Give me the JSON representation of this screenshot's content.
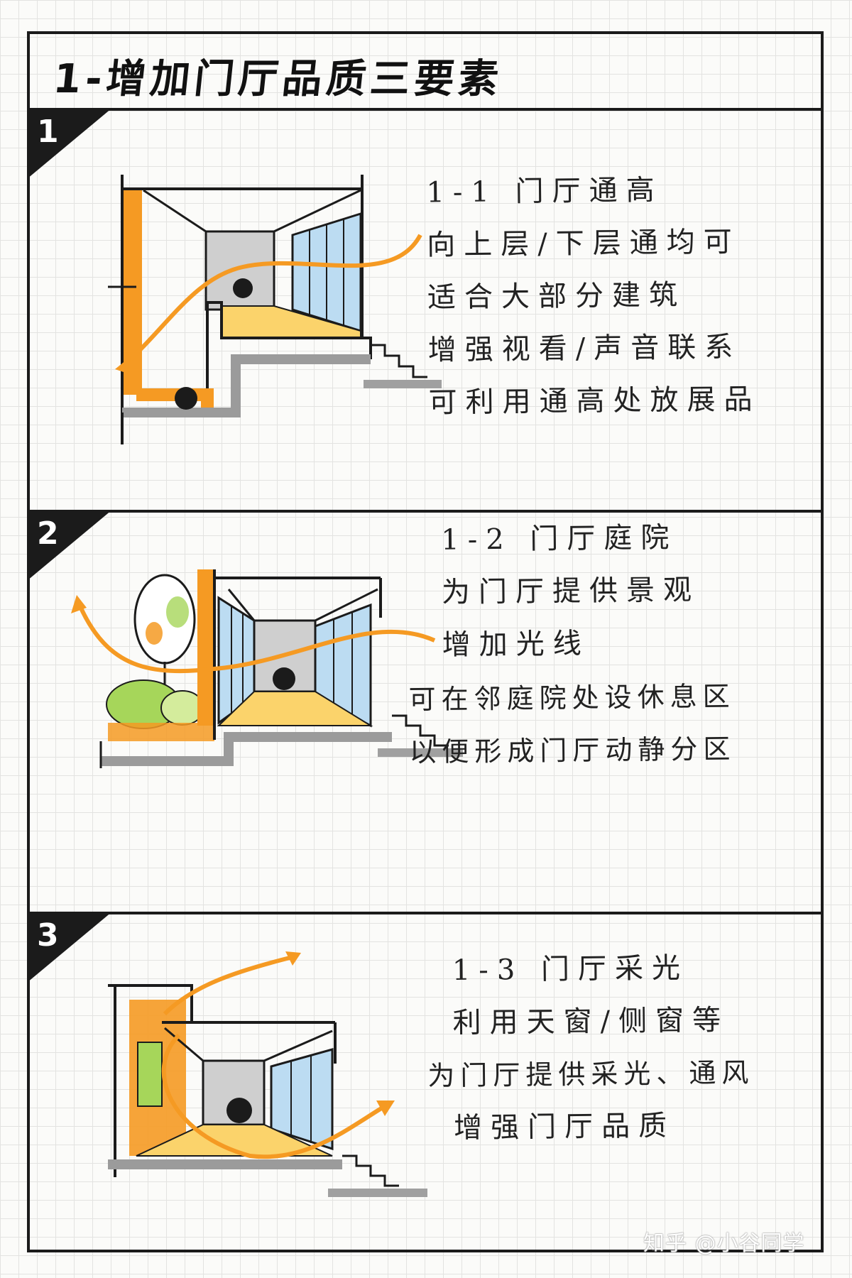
{
  "title": "1-增加门厅品质三要素",
  "sections": [
    {
      "number": "1",
      "heading": "1-1 门厅通高",
      "lines": [
        "向上层/下层通均可",
        "适合大部分建筑",
        "增强视看/声音联系",
        "可利用通高处放展品"
      ]
    },
    {
      "number": "2",
      "heading": "1-2 门厅庭院",
      "lines": [
        "为门厅提供景观",
        "增加光线",
        "可在邻庭院处设休息区",
        "以便形成门厅动静分区"
      ]
    },
    {
      "number": "3",
      "heading": "1-3 门厅采光",
      "lines": [
        "利用天窗/侧窗等",
        "为门厅提供采光、通风",
        "增强门厅品质"
      ]
    }
  ],
  "watermark": "知乎 @小谷同学",
  "colors": {
    "ink": "#1b1b1b",
    "orange": "#f59a23",
    "floor_yellow": "#fbd36b",
    "glass_blue": "#bcdcf2",
    "wall_gray": "#cfcfcf",
    "tree_green": "#a6d65a"
  }
}
